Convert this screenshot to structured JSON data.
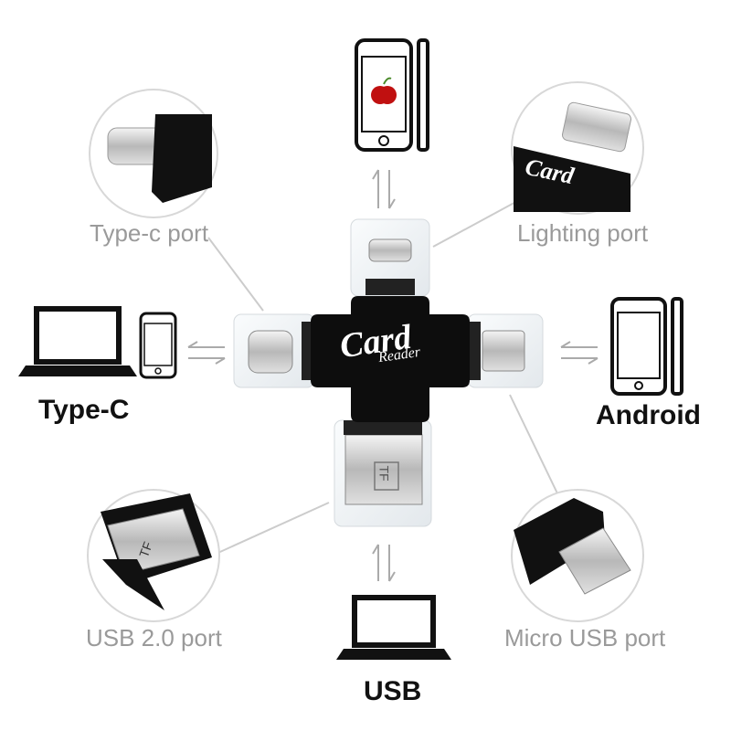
{
  "product": {
    "logo_text_large": "Card",
    "logo_text_small": "Reader",
    "tf_label": "TF"
  },
  "ports": {
    "type_c": "Type-c port",
    "lighting": "Lighting port",
    "usb2": "USB 2.0 port",
    "micro_usb": "Micro USB port"
  },
  "devices": {
    "left": "Type-C",
    "right": "Android",
    "bottom": "USB"
  },
  "colors": {
    "port_label": "#9a9a9a",
    "device_label": "#111111",
    "reader_body": "#0d0d0d",
    "connector_clear": "#eef1f3",
    "line": "#cccccc"
  },
  "icons": {
    "top": "iphone-with-apple-icon",
    "left": "laptop-and-phone-icon",
    "right": "android-phone-icon",
    "bottom": "laptop-icon",
    "arrows": "bidirectional-arrows-icon"
  }
}
